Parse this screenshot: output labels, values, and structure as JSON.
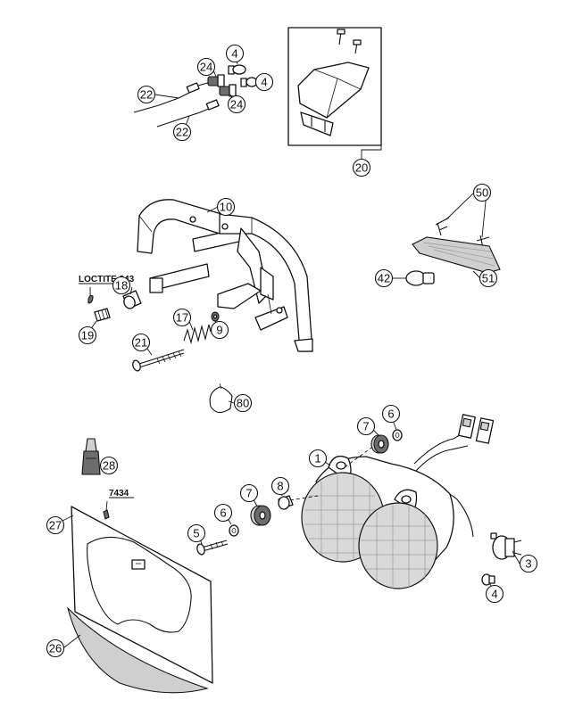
{
  "callouts": [
    {
      "id": "c4a",
      "label": "4"
    },
    {
      "id": "c24a",
      "label": "24"
    },
    {
      "id": "c4b",
      "label": "4"
    },
    {
      "id": "c22a",
      "label": "22"
    },
    {
      "id": "c24b",
      "label": "24"
    },
    {
      "id": "c22b",
      "label": "22"
    },
    {
      "id": "c20",
      "label": "20"
    },
    {
      "id": "c10",
      "label": "10"
    },
    {
      "id": "c50",
      "label": "50"
    },
    {
      "id": "c42",
      "label": "42"
    },
    {
      "id": "c51",
      "label": "51"
    },
    {
      "id": "c18",
      "label": "18"
    },
    {
      "id": "c19",
      "label": "19"
    },
    {
      "id": "c17",
      "label": "17"
    },
    {
      "id": "c9",
      "label": "9"
    },
    {
      "id": "c21",
      "label": "21"
    },
    {
      "id": "c80",
      "label": "80"
    },
    {
      "id": "c7a",
      "label": "7"
    },
    {
      "id": "c6a",
      "label": "6"
    },
    {
      "id": "c1",
      "label": "1"
    },
    {
      "id": "c28",
      "label": "28"
    },
    {
      "id": "c27",
      "label": "27"
    },
    {
      "id": "c8",
      "label": "8"
    },
    {
      "id": "c7b",
      "label": "7"
    },
    {
      "id": "c6b",
      "label": "6"
    },
    {
      "id": "c5",
      "label": "5"
    },
    {
      "id": "c3",
      "label": "3"
    },
    {
      "id": "c4c",
      "label": "4"
    },
    {
      "id": "c26",
      "label": "26"
    }
  ],
  "notes": {
    "loctite": "LOCTITE 243",
    "code": "7434"
  }
}
